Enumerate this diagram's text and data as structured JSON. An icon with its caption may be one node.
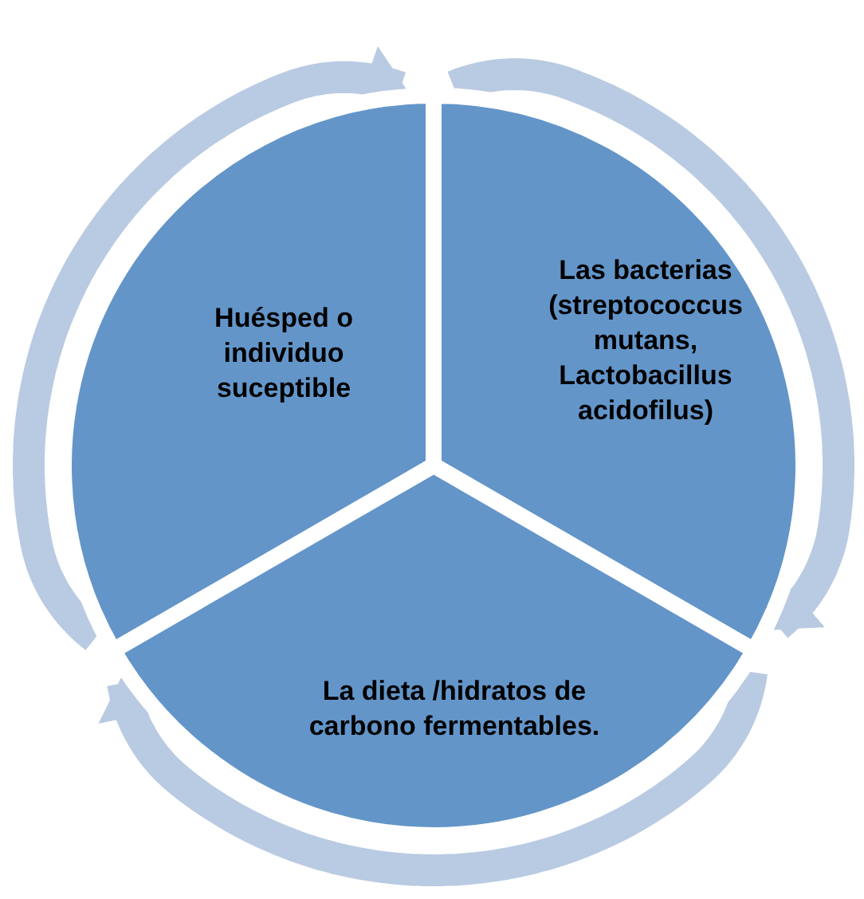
{
  "diagram": {
    "nodes": [
      {
        "text": [
          "Huésped o individuo suceptible"
        ]
      },
      {
        "text": [
          "Las bacterias (streptococcus mutans, Lactobacillus acidofilus)"
        ]
      },
      {
        "text": [
          "La dieta /hidratos de carbono fermentables."
        ]
      }
    ],
    "edges": [
      {
        "from": 0,
        "to": 1,
        "arrow": "to"
      },
      {
        "from": 1,
        "to": 2,
        "arrow": "to"
      },
      {
        "from": 2,
        "to": 0,
        "arrow": "to"
      }
    ]
  }
}
